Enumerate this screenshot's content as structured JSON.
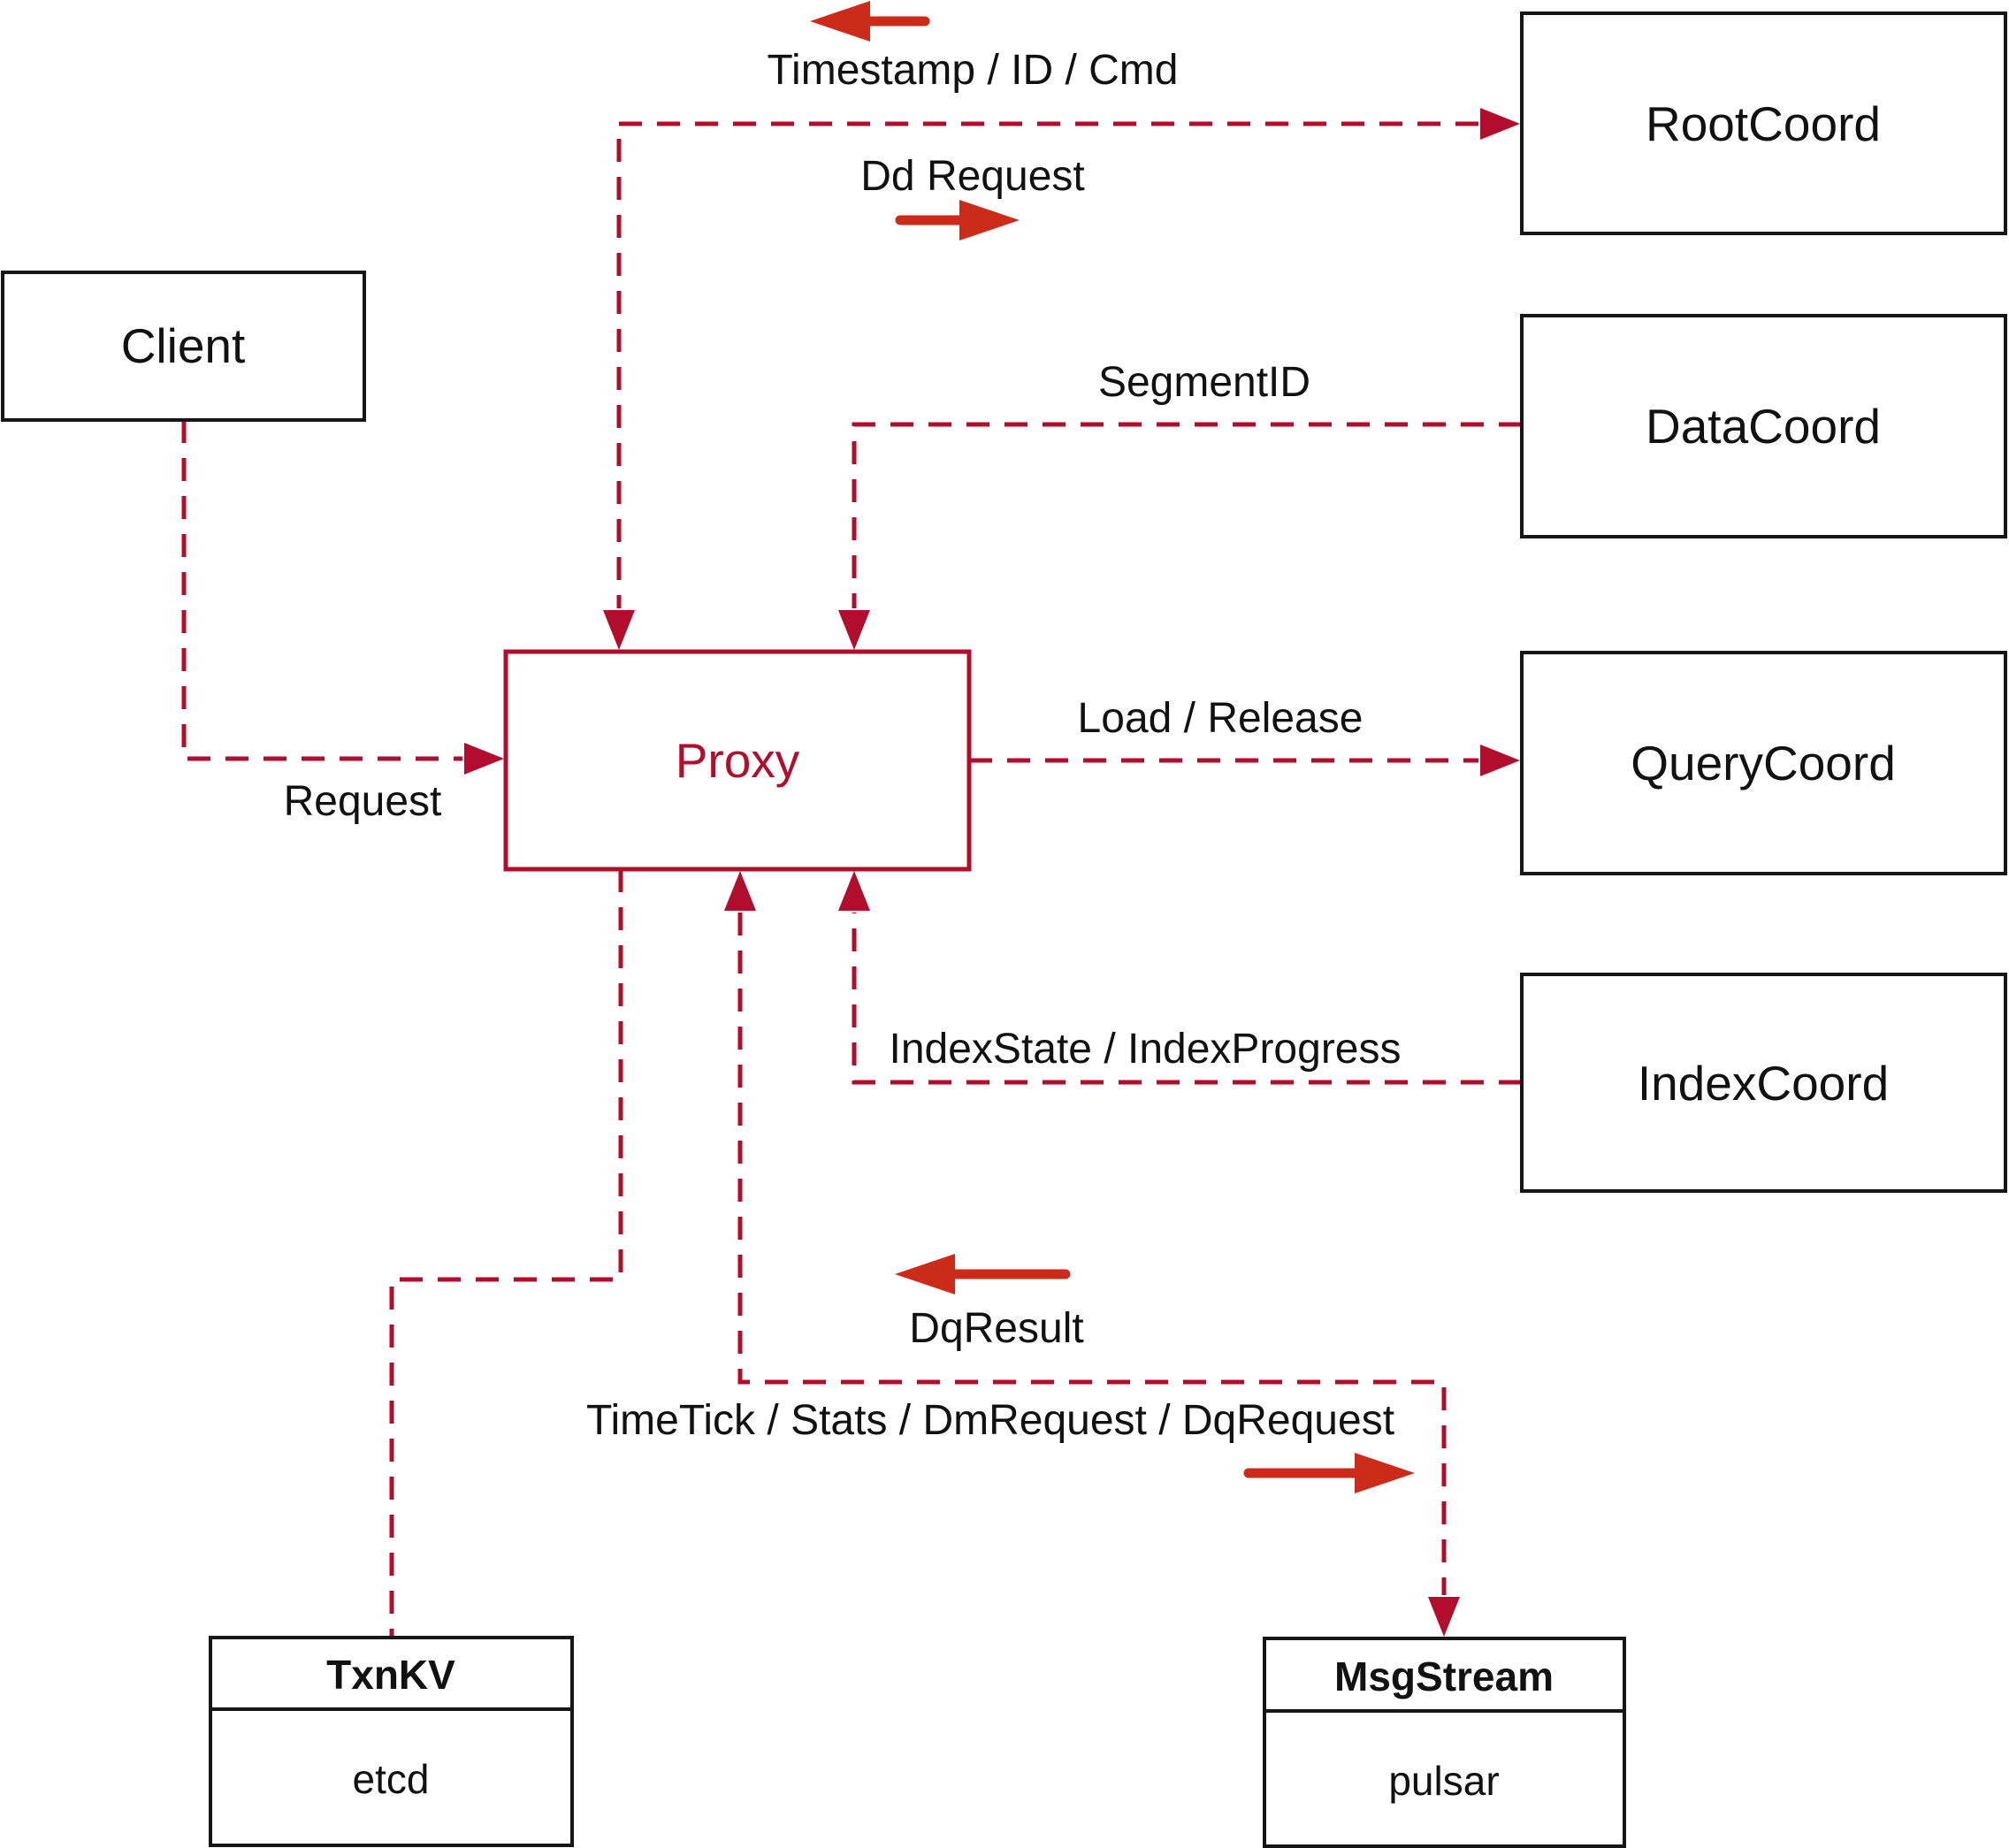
{
  "nodes": {
    "client": {
      "label": "Client"
    },
    "proxy": {
      "label": "Proxy"
    },
    "root_coord": {
      "label": "RootCoord"
    },
    "data_coord": {
      "label": "DataCoord"
    },
    "query_coord": {
      "label": "QueryCoord"
    },
    "index_coord": {
      "label": "IndexCoord"
    },
    "txn_kv": {
      "title": "TxnKV",
      "impl": "etcd"
    },
    "msg_stream": {
      "title": "MsgStream",
      "impl": "pulsar"
    }
  },
  "edges": {
    "client_to_proxy": {
      "label": "Request"
    },
    "proxy_root": {
      "response_label": "Timestamp / ID / Cmd",
      "request_label": "Dd Request"
    },
    "data_to_proxy": {
      "label": "SegmentID"
    },
    "proxy_to_query": {
      "label": "Load / Release"
    },
    "index_to_proxy": {
      "label": "IndexState / IndexProgress"
    },
    "proxy_msgstream": {
      "response_label": "DqResult",
      "request_label": "TimeTick / Stats / DmRequest / DqRequest"
    }
  },
  "colors": {
    "dashed_line": "#b30d2e",
    "solid_arrow": "#cc2b1a",
    "box_border": "#161616",
    "label_text": "#111111",
    "background": "#ffffff"
  }
}
